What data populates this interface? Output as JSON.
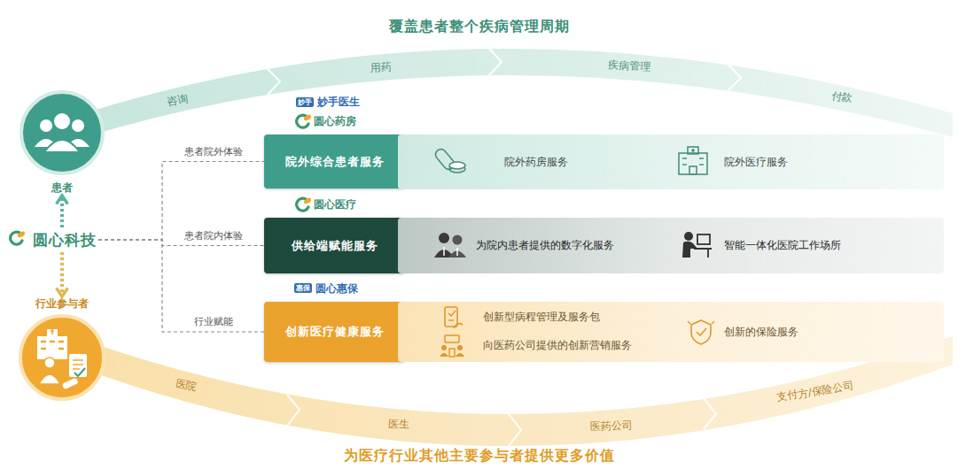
{
  "diagram": {
    "title": "覆盖患者整个疾病管理周期",
    "caption": "为医疗行业其他主要参与者提供更多价值",
    "nodes": [
      {
        "text": [
          "患者"
        ]
      },
      {
        "text": [
          "圆心科技"
        ]
      },
      {
        "text": [
          "行业参与者"
        ]
      },
      {
        "text": [
          "妙手",
          "妙手医生",
          "圆心药房",
          "院外综合患者服务"
        ]
      },
      {
        "text": [
          "院外药房服务",
          "院外医疗服务"
        ]
      },
      {
        "text": [
          "圆心医疗",
          "供给端赋能服务"
        ]
      },
      {
        "text": [
          "为院内患者提供的数字化服务",
          "智能一体化医院工作场所"
        ]
      },
      {
        "text": [
          "惠保",
          "圆心惠保",
          "创新医疗健康服务"
        ]
      },
      {
        "text": [
          "创新型病程管理及服务包",
          "向医药公司提供的创新营销服务",
          "创新的保险服务"
        ]
      }
    ],
    "edges": [
      {
        "from": 1,
        "to": 0,
        "arrow": "to"
      },
      {
        "from": 1,
        "to": 2,
        "arrow": "to"
      },
      {
        "from": 1,
        "to": 3,
        "label": "患者院外体验",
        "arrow": "none"
      },
      {
        "from": 1,
        "to": 5,
        "label": "患者院内体验",
        "arrow": "none"
      },
      {
        "from": 1,
        "to": 7,
        "label": "行业赋能",
        "arrow": "none"
      }
    ],
    "labels": [
      "咨询",
      "用药",
      "疾病管理",
      "付款",
      "医院",
      "医生",
      "医药公司",
      "支付方/保险公司"
    ]
  }
}
